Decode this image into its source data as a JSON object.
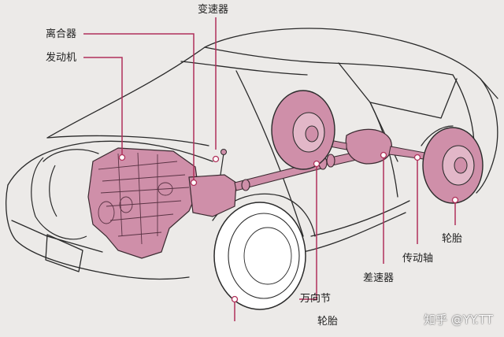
{
  "labels": {
    "transmission": "变速器",
    "clutch": "离合器",
    "engine": "发动机",
    "wheel_rear": "轮胎",
    "driveshaft": "传动轴",
    "differential": "差速器",
    "universal_joint": "万向节",
    "wheel_front": "轮胎"
  },
  "watermark": "知乎 @YY.TT",
  "colors": {
    "background": "#eceae8",
    "outline": "#2a2a2a",
    "leader": "#b0305a",
    "part_fill": "#cf8fa9"
  }
}
